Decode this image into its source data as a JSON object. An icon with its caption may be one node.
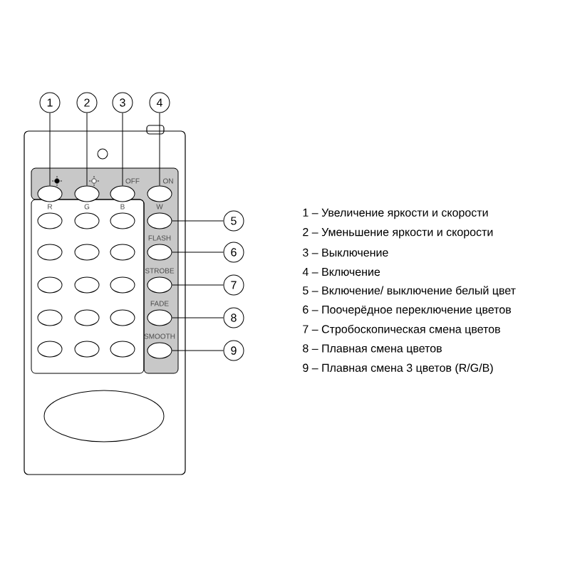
{
  "diagram": {
    "nodes": [
      {
        "text": [
          "1"
        ]
      },
      {
        "text": [
          "2"
        ]
      },
      {
        "text": [
          "3"
        ]
      },
      {
        "text": [
          "4"
        ]
      },
      {
        "text": [
          "5"
        ]
      },
      {
        "text": [
          "6"
        ]
      },
      {
        "text": [
          "7"
        ]
      },
      {
        "text": [
          "8"
        ]
      },
      {
        "text": [
          "9"
        ]
      },
      {
        "text": [],
        "shape": "ellipse"
      },
      {
        "text": [],
        "shape": "ellipse"
      },
      {
        "text": [],
        "shape": "ellipse",
        "beside": [
          "OFF"
        ]
      },
      {
        "text": [],
        "shape": "ellipse",
        "beside": [
          "ON"
        ]
      },
      {
        "text": [],
        "shape": "ellipse",
        "beside": [
          "W"
        ]
      },
      {
        "text": [],
        "shape": "ellipse",
        "beside": [
          "FLASH"
        ]
      },
      {
        "text": [],
        "shape": "ellipse",
        "beside": [
          "STROBE"
        ]
      },
      {
        "text": [],
        "shape": "ellipse",
        "beside": [
          "FADE"
        ]
      },
      {
        "text": [],
        "shape": "ellipse",
        "beside": [
          "SMOOTH"
        ]
      },
      {
        "text": [],
        "shape": "ellipse",
        "beside": [
          "R"
        ]
      },
      {
        "text": [],
        "shape": "ellipse",
        "beside": [
          "G"
        ]
      },
      {
        "text": [],
        "shape": "ellipse",
        "beside": [
          "B"
        ]
      },
      {
        "text": [],
        "shape": "ellipse"
      },
      {
        "text": [],
        "shape": "ellipse"
      },
      {
        "text": [],
        "shape": "ellipse"
      },
      {
        "text": [],
        "shape": "ellipse"
      },
      {
        "text": [],
        "shape": "ellipse"
      },
      {
        "text": [],
        "shape": "ellipse"
      },
      {
        "text": [],
        "shape": "ellipse"
      },
      {
        "text": [],
        "shape": "ellipse"
      },
      {
        "text": [],
        "shape": "ellipse"
      },
      {
        "text": [],
        "shape": "ellipse"
      },
      {
        "text": [],
        "shape": "ellipse"
      },
      {
        "text": [],
        "shape": "ellipse"
      },
      {
        "text": [],
        "shape": "ellipse"
      }
    ],
    "edges": [
      {
        "from": 0,
        "to": 9,
        "arrow": "none"
      },
      {
        "from": 1,
        "to": 10,
        "arrow": "none"
      },
      {
        "from": 2,
        "to": 11,
        "arrow": "none"
      },
      {
        "from": 3,
        "to": 12,
        "arrow": "none"
      },
      {
        "from": 4,
        "to": 13,
        "arrow": "none"
      },
      {
        "from": 5,
        "to": 14,
        "arrow": "none"
      },
      {
        "from": 6,
        "to": 15,
        "arrow": "none"
      },
      {
        "from": 7,
        "to": 16,
        "arrow": "none"
      },
      {
        "from": 8,
        "to": 17,
        "arrow": "none"
      }
    ],
    "labels": [
      "1 – Увеличение яркости и скорости",
      "2 – Уменьшение яркости и скорости",
      "3 – Выключение",
      "4 – Включение",
      "5 – Включение/ выключение белый цвет",
      "6 – Поочерёдное переключение цветов",
      "7 – Стробоскопическая смена цветов",
      "8 – Плавная смена цветов",
      "9 – Плавная смена 3 цветов (R/G/B)"
    ]
  }
}
